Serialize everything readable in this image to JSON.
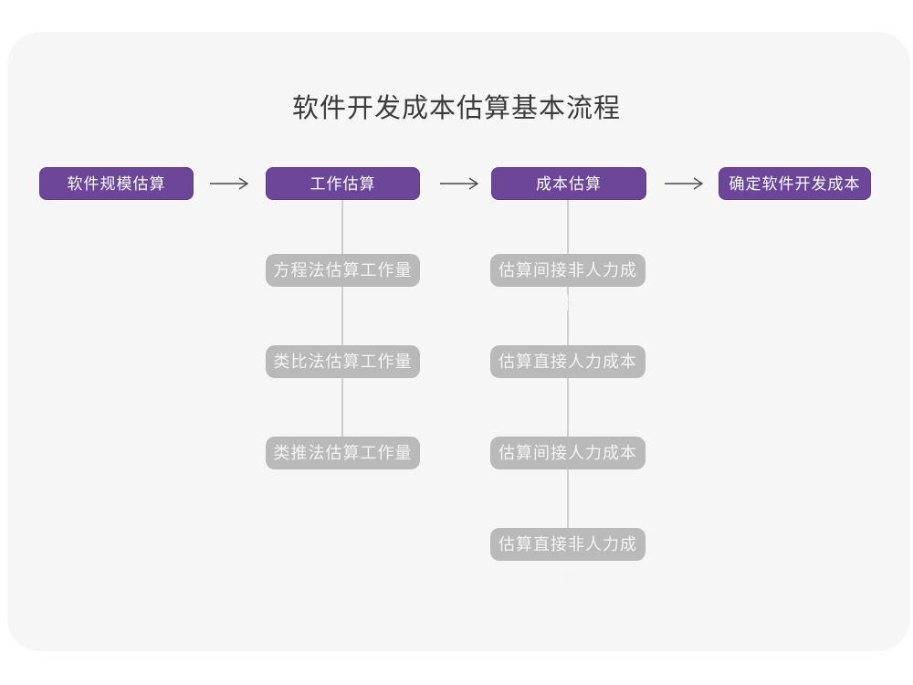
{
  "title": "软件开发成本估算基本流程",
  "colors": {
    "card_background": "#f6f6f7",
    "main_node": "#6b4699",
    "sub_node": "#b9b9b9",
    "connector_line": "#cfcfcf",
    "arrow": "#4a4a4a",
    "title_text": "#3b3b3b",
    "node_text": "#ffffff"
  },
  "flow": {
    "main_nodes": [
      {
        "label": "软件规模估算"
      },
      {
        "label": "工作估算"
      },
      {
        "label": "成本估算"
      },
      {
        "label": "确定软件开发成本"
      }
    ],
    "work_estimation_methods": [
      {
        "label": "方程法估算工作量"
      },
      {
        "label": "类比法估算工作量"
      },
      {
        "label": "类推法估算工作量"
      }
    ],
    "cost_estimation_steps": [
      {
        "label": "估算间接非人力成本"
      },
      {
        "label": "估算直接人力成本"
      },
      {
        "label": "估算间接人力成本"
      },
      {
        "label": "估算直接非人力成本"
      }
    ]
  }
}
